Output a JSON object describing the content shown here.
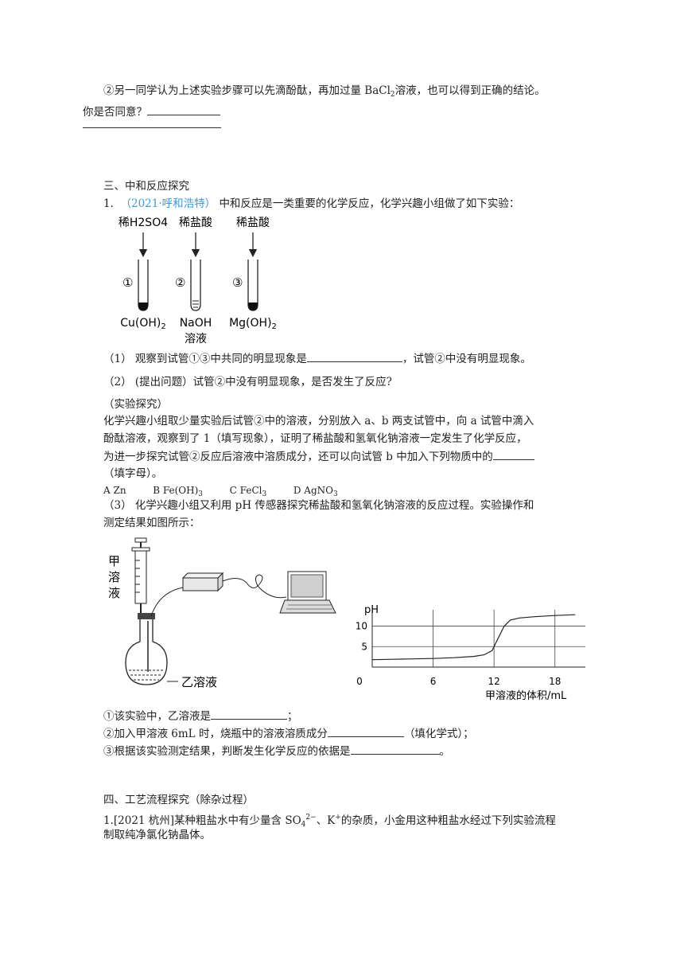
{
  "q2": {
    "line1a": "②另一同学认为上述实验步骤可以先滴酚酞，再加过量 BaCl",
    "line1_sub": "2",
    "line1b": "溶液，也可以得到正确的结论。",
    "line2": "你是否同意？"
  },
  "section3": {
    "heading": "三、中和反应探究",
    "q_num": "1.",
    "q_source": "（2021·呼和浩特）",
    "q_text": "中和反应是一类重要的化学反应，化学兴趣小组做了如下实验：",
    "tubes": [
      {
        "label_top": "稀H2SO4",
        "num": "①",
        "label_bottom": "Cu(OH)",
        "label_bottom_sub": "2",
        "label_bottom2": ""
      },
      {
        "label_top": "稀盐酸",
        "num": "②",
        "label_bottom": "NaOH",
        "label_bottom_sub": "",
        "label_bottom2": "溶液"
      },
      {
        "label_top": "稀盐酸",
        "num": "③",
        "label_bottom": "Mg(OH)",
        "label_bottom_sub": "2",
        "label_bottom2": ""
      }
    ],
    "p1a": "（1）  观察到试管①③中共同的明显现象是",
    "p1b": "，试管②中没有明显现象。",
    "p2": "（2）  (提出问题）试管②中没有明显现象，是否发生了反应?",
    "exp_title": "（实验探究）",
    "exp_line1": "化学兴趣小组取少量实验后试管②中的溶液，分别放入 a、b 两支试管中，向 a 试管中滴入",
    "exp_line2": "酚酞溶液，观察到了 1（填写现象），证明了稀盐酸和氢氧化钠溶液一定发生了化学反应，",
    "exp_line3": "为进一步探究试管②反应后溶液中溶质成分，还可以向试管 b 中加入下列物质中的",
    "exp_line4": "（填字母）。",
    "options": [
      {
        "text": "A Zn",
        "sub": ""
      },
      {
        "text": "B Fe(OH)",
        "sub": "3"
      },
      {
        "text": "C FeCl",
        "sub": "3"
      },
      {
        "text": "D AgNO",
        "sub": "3"
      }
    ],
    "p3_line1": "（3）  化学兴趣小组又利用 pH 传感器探究稀盐酸和氢氧化钠溶液的反应过程。实验操作和",
    "p3_line2": "测定结果如图所示：",
    "apparatus": {
      "jia_label": [
        "甲",
        "溶",
        "液"
      ],
      "yi_label": "乙溶液"
    },
    "a1a": "①该实验中，乙溶液是",
    "a1b": "；",
    "a2a": "②加入甲溶液 6mL 时，烧瓶中的溶液溶质成分",
    "a2b": "（填化学式）；",
    "a3a": "③根据该实验测定结果，判断发生化学反应的依据是",
    "a3b": "。"
  },
  "section4": {
    "heading": "四、工艺流程探究（除杂过程）",
    "line1a": "1.[2021 杭州]某种粗盐水中有少量含 SO",
    "line1_sub": "4",
    "line1_sup": "2−",
    "line1b": "、K",
    "line1_sup2": "+",
    "line1c": "的杂质，小金用这种粗盐水经过下列实验流程",
    "line2": "制取纯净氯化钠晶体。"
  },
  "chart_data": {
    "type": "line",
    "title": "",
    "xlabel": "甲溶液的体积/mL",
    "ylabel": "pH",
    "x_ticks": [
      "0",
      "6",
      "12",
      "18"
    ],
    "y_ticks": [
      "5",
      "10"
    ],
    "xlim": [
      0,
      21
    ],
    "ylim": [
      0,
      14
    ],
    "grid": true,
    "series": [
      {
        "x": [
          0,
          2,
          4,
          6,
          8,
          10,
          11,
          11.8,
          12.4,
          13,
          13.6,
          14.5,
          16,
          18,
          20
        ],
        "y": [
          1.8,
          1.9,
          2.0,
          2.1,
          2.3,
          2.6,
          3.0,
          4.0,
          7.0,
          10.0,
          11.5,
          12.0,
          12.3,
          12.6,
          12.8
        ]
      }
    ]
  }
}
